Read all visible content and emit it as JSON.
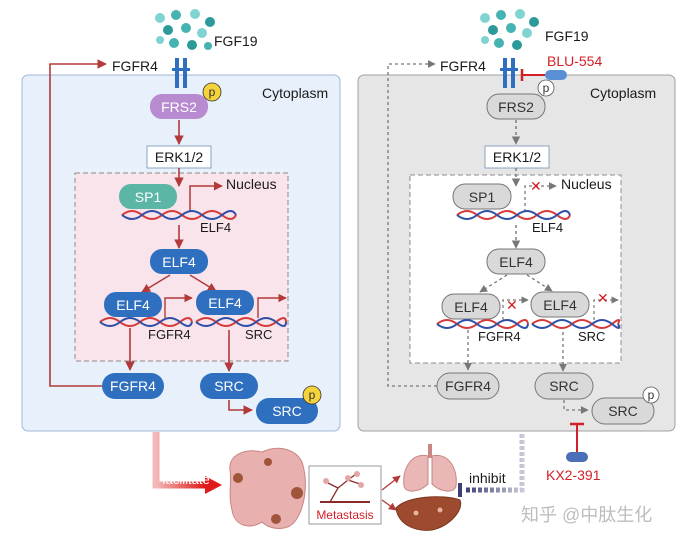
{
  "left_panel": {
    "ligand": "FGF19",
    "receptor": "FGFR4",
    "compartment": "Cytoplasm",
    "phospho": "p",
    "nodes": {
      "frs2": "FRS2",
      "erk": "ERK1/2",
      "sp1": "SP1",
      "nucleus": "Nucleus",
      "elf4_gene": "ELF4",
      "elf4": "ELF4",
      "elf4_left": "ELF4",
      "elf4_right": "ELF4",
      "fgfr4_gene": "FGFR4",
      "src_gene": "SRC",
      "fgfr4_out": "FGFR4",
      "src_out": "SRC",
      "src_p": "SRC"
    }
  },
  "right_panel": {
    "ligand": "FGF19",
    "receptor": "FGFR4",
    "compartment": "Cytoplasm",
    "phospho": "p",
    "inhibitor_top": "BLU-554",
    "inhibitor_bottom": "KX2-391",
    "nodes": {
      "frs2": "FRS2",
      "erk": "ERK1/2",
      "sp1": "SP1",
      "nucleus": "Nucleus",
      "elf4_gene": "ELF4",
      "elf4": "ELF4",
      "elf4_left": "ELF4",
      "elf4_right": "ELF4",
      "fgfr4_gene": "FGFR4",
      "src_gene": "SRC",
      "fgfr4_out": "FGFR4",
      "src_out": "SRC",
      "src_p": "SRC"
    }
  },
  "bottom": {
    "facilitate": "facilitate",
    "metastasis": "Metastasis",
    "inhibit": "inhibit"
  },
  "watermark": "知乎 @中肽生化",
  "colors": {
    "red_arrow": "#b23a3a",
    "blue_node": "#2f6fbf",
    "purple_node": "#b88ad0",
    "teal_node": "#5bb6a6",
    "gray_node": "#d9d9d9",
    "inhibitor_red": "#d31f26"
  }
}
